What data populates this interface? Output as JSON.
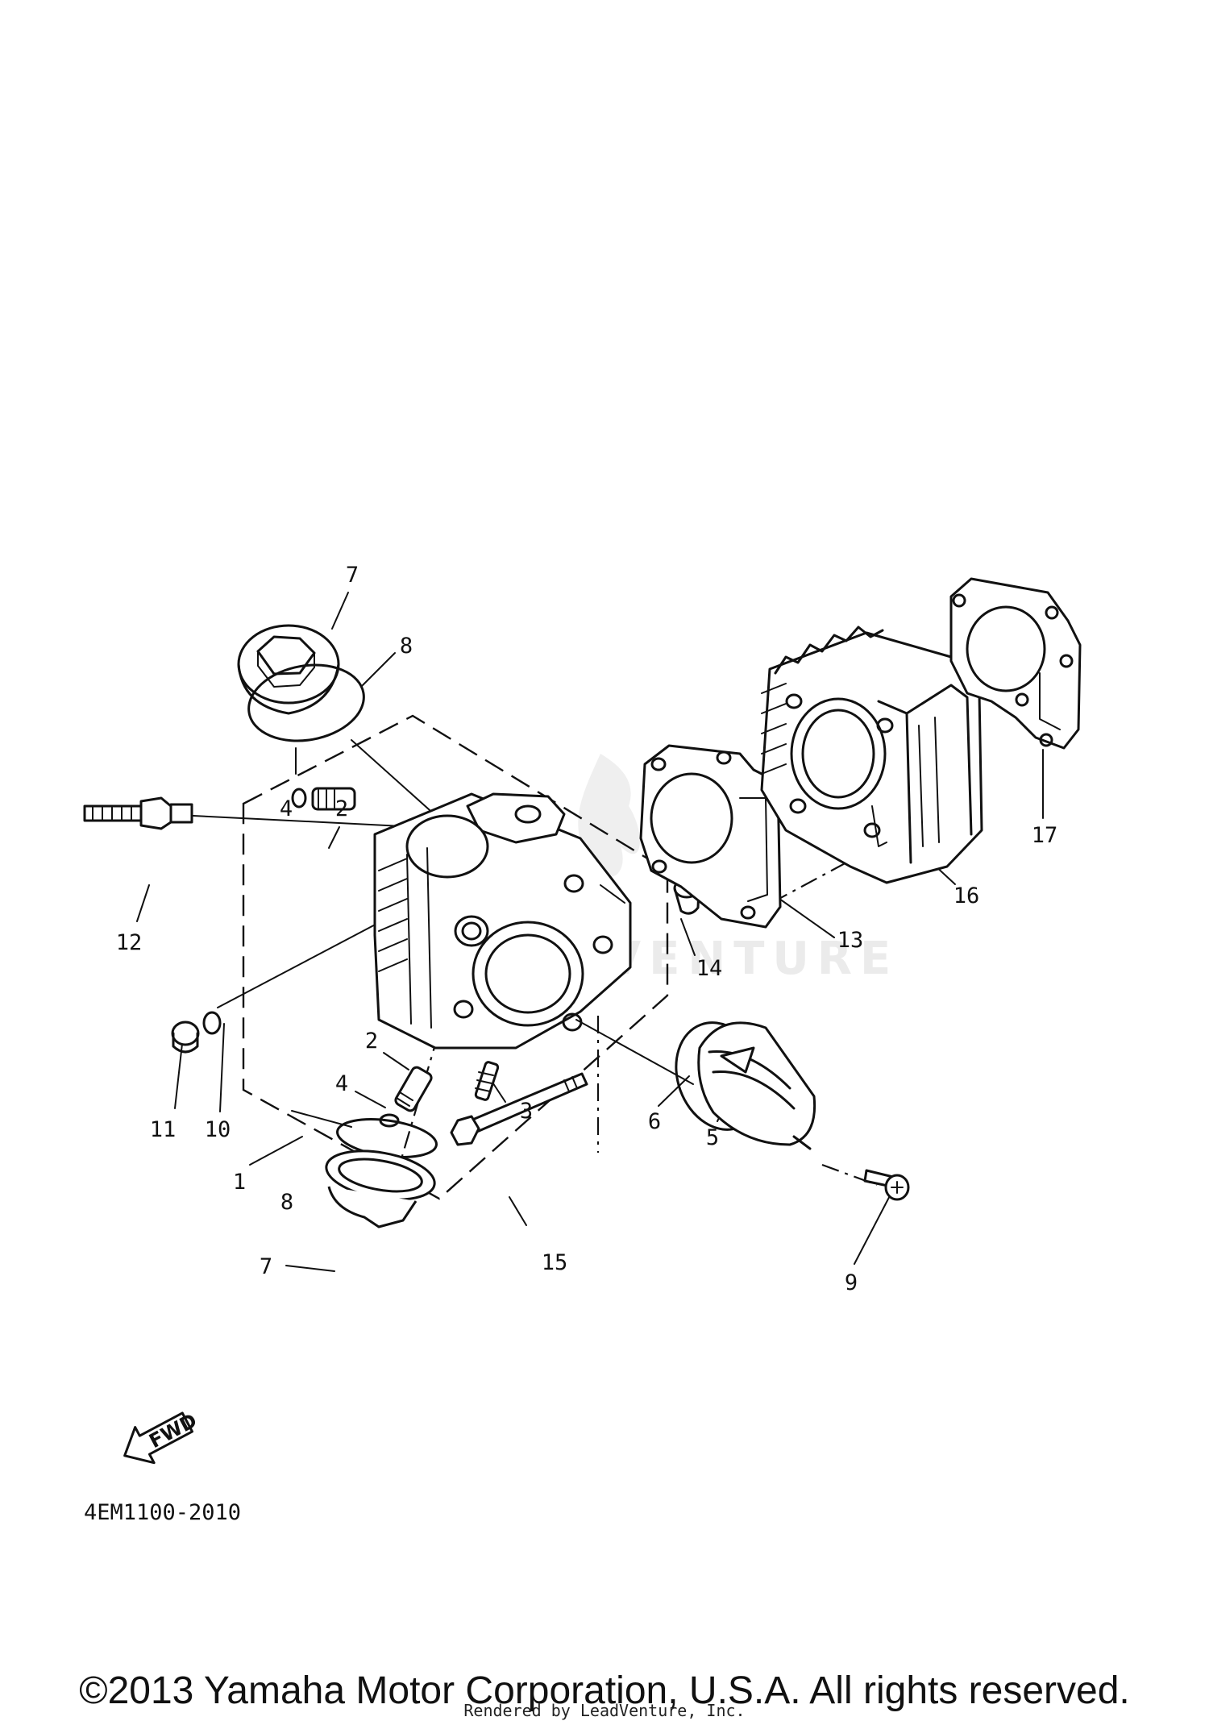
{
  "diagram": {
    "callouts": [
      "7",
      "8",
      "4",
      "2",
      "12",
      "11",
      "10",
      "2",
      "4",
      "3",
      "1",
      "8",
      "7",
      "15",
      "14",
      "13",
      "16",
      "17",
      "6",
      "5",
      "9"
    ],
    "direction_marker": "FWD",
    "diagram_code": "4EM1100-2010",
    "watermark": "LEADVENTURE"
  },
  "footer": {
    "copyright": "©2013 Yamaha Motor Corporation, U.S.A. All rights reserved.",
    "rendered_by": "Rendered by LeadVenture, Inc."
  }
}
